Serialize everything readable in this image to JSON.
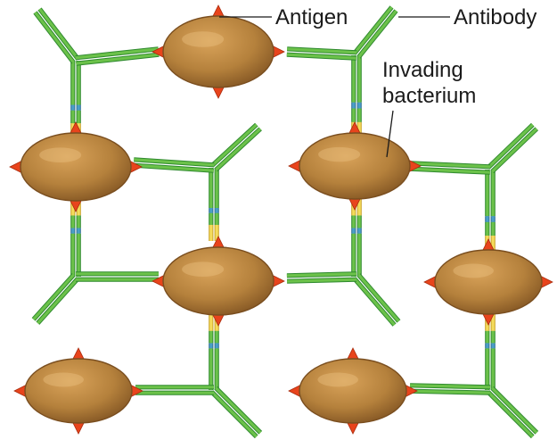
{
  "labels": {
    "antigen": "Antigen",
    "antibody": "Antibody",
    "bacterium_line1": "Invading",
    "bacterium_line2": "bacterium"
  },
  "colors": {
    "background": "#ffffff",
    "antibody_fill": "#6cc24a",
    "antibody_stroke": "#2f8a2f",
    "antibody_highlight": "#b8e6a0",
    "hinge_fill": "#4a9fc8",
    "arm_fill": "#f4dc5c",
    "arm_stroke": "#c9a227",
    "bacterium_fill": "#b5813c",
    "bacterium_shade": "#7a4e1f",
    "antigen_fill": "#e8441c",
    "text": "#1a1a1a"
  },
  "icons": {
    "bacterium": "bacterium-shape",
    "antigen": "antigen-spike",
    "antibody": "antibody-y-shape"
  }
}
